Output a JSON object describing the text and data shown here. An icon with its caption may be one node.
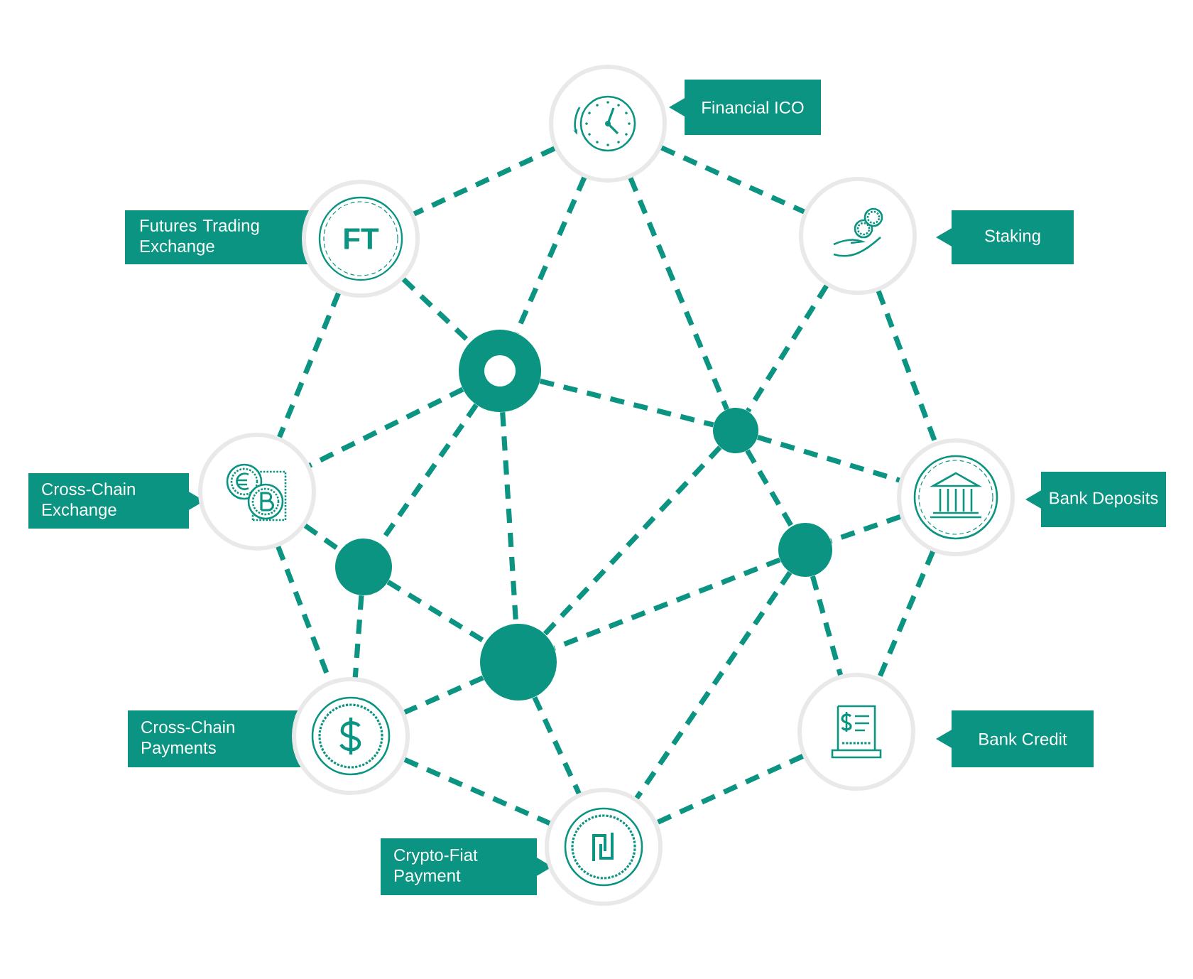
{
  "diagram": {
    "nodes": [
      {
        "text": [],
        "shape": "circle"
      },
      {
        "text": [
          "Financial ICO"
        ]
      },
      {
        "text": [
          "Futures Trading Exchange"
        ]
      },
      {
        "text": [
          "FT"
        ]
      },
      {
        "text": [],
        "shape": "circle"
      },
      {
        "text": [
          "Staking"
        ]
      },
      {
        "text": [],
        "shape": "circle"
      },
      {
        "text": [],
        "shape": "circle"
      },
      {
        "text": [
          "Cross-Chain Exchange"
        ]
      },
      {
        "text": [],
        "shape": "circle"
      },
      {
        "text": [],
        "shape": "circle"
      },
      {
        "text": [
          "Bank Deposits"
        ]
      },
      {
        "text": [],
        "shape": "circle"
      },
      {
        "text": [],
        "shape": "circle"
      },
      {
        "text": [],
        "shape": "circle"
      },
      {
        "text": [
          "Cross-Chain Payments"
        ]
      },
      {
        "text": [],
        "shape": "circle"
      },
      {
        "text": [],
        "shape": "circle"
      },
      {
        "text": [
          "Bank Credit"
        ]
      },
      {
        "text": [
          "Crypto-Fiat Payment"
        ]
      },
      {
        "text": [],
        "shape": "circle"
      }
    ],
    "edges": [
      {
        "from": 0,
        "to": 3,
        "arrow": "none"
      },
      {
        "from": 0,
        "to": 4,
        "arrow": "none"
      },
      {
        "from": 0,
        "to": 6,
        "arrow": "none"
      },
      {
        "from": 0,
        "to": 7,
        "arrow": "none"
      },
      {
        "from": 3,
        "to": 6,
        "arrow": "none"
      },
      {
        "from": 3,
        "to": 9,
        "arrow": "none"
      },
      {
        "from": 4,
        "to": 7,
        "arrow": "none"
      },
      {
        "from": 4,
        "to": 10,
        "arrow": "none"
      },
      {
        "from": 6,
        "to": 7,
        "arrow": "none"
      },
      {
        "from": 6,
        "to": 9,
        "arrow": "none"
      },
      {
        "from": 6,
        "to": 13,
        "arrow": "none"
      },
      {
        "from": 6,
        "to": 14,
        "arrow": "none"
      },
      {
        "from": 7,
        "to": 10,
        "arrow": "none"
      },
      {
        "from": 7,
        "to": 12,
        "arrow": "none"
      },
      {
        "from": 7,
        "to": 14,
        "arrow": "none"
      },
      {
        "from": 9,
        "to": 13,
        "arrow": "none"
      },
      {
        "from": 9,
        "to": 16,
        "arrow": "none"
      },
      {
        "from": 10,
        "to": 12,
        "arrow": "none"
      },
      {
        "from": 10,
        "to": 17,
        "arrow": "none"
      },
      {
        "from": 12,
        "to": 17,
        "arrow": "none"
      },
      {
        "from": 12,
        "to": 14,
        "arrow": "none"
      },
      {
        "from": 12,
        "to": 20,
        "arrow": "none"
      },
      {
        "from": 13,
        "to": 14,
        "arrow": "none"
      },
      {
        "from": 13,
        "to": 16,
        "arrow": "none"
      },
      {
        "from": 14,
        "to": 16,
        "arrow": "none"
      },
      {
        "from": 14,
        "to": 20,
        "arrow": "none"
      },
      {
        "from": 16,
        "to": 20,
        "arrow": "none"
      },
      {
        "from": 17,
        "to": 20,
        "arrow": "none"
      }
    ]
  }
}
